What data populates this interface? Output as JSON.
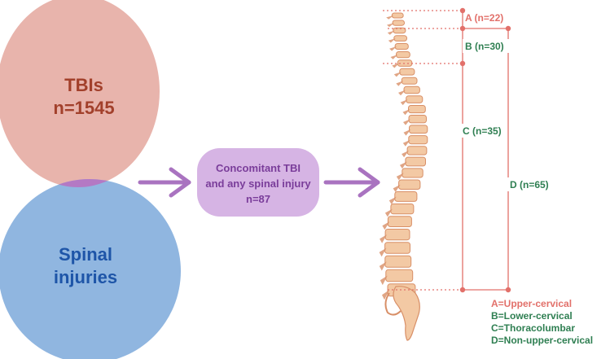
{
  "venn": {
    "tbi": {
      "title": "TBIs",
      "count": "n=1545",
      "color": "#e8b4ac",
      "text_color": "#a2402b"
    },
    "spinal": {
      "line1": "Spinal",
      "line2": "injuries",
      "color": "#90b6e0",
      "text_color": "#1e55a8"
    },
    "overlap_color": "#b479c4"
  },
  "combined": {
    "line1": "Concomitant TBI",
    "line2": "and any spinal injury",
    "line3": "n=87",
    "fill": "#d6b4e4",
    "text_color": "#7a3d9a"
  },
  "segments": {
    "A": "A (n=22)",
    "B": "B (n=30)",
    "C": "C (n=35)",
    "D": "D (n=65)"
  },
  "legend": {
    "A": "A=Upper-cervical",
    "B": "B=Lower-cervical",
    "C": "C=Thoracolumbar",
    "D": "D=Non-upper-cervical"
  },
  "colors": {
    "red": "#e2706a",
    "green": "#2f7f52",
    "arrow": "#a973c0",
    "bone": "#f3c9a4",
    "bone_dark": "#d88f67"
  }
}
